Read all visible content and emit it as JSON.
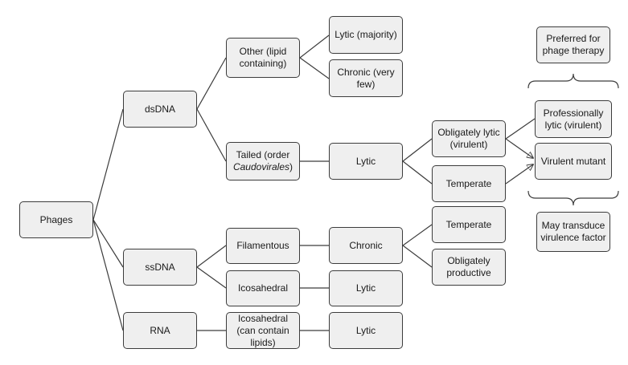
{
  "nodes": {
    "phages": "Phages",
    "dsdna": "dsDNA",
    "ssdna": "ssDNA",
    "rna": "RNA",
    "other_lipid": "Other (lipid containing)",
    "tailed_prefix": "Tailed (order",
    "tailed_taxon": "Caudovirales",
    "tailed_suffix": ")",
    "filamentous": "Filamentous",
    "icosahedral": "Icosahedral",
    "icosahedral_lipid": "Icosahedral (can contain lipids)",
    "lytic_majority": "Lytic (majority)",
    "chronic_few": "Chronic (very few)",
    "lytic_tailed": "Lytic",
    "chronic_fil": "Chronic",
    "lytic_ico": "Lytic",
    "lytic_rna": "Lytic",
    "obligately_lytic": "Obligately lytic (virulent)",
    "temperate_tailed": "Temperate",
    "temperate_fil": "Temperate",
    "obligately_productive": "Obligately productive",
    "professionally_lytic": "Professionally lytic (virulent)",
    "virulent_mutant": "Virulent mutant",
    "preferred_therapy": "Preferred for phage therapy",
    "transduce_virulence": "May transduce virulence factor"
  }
}
